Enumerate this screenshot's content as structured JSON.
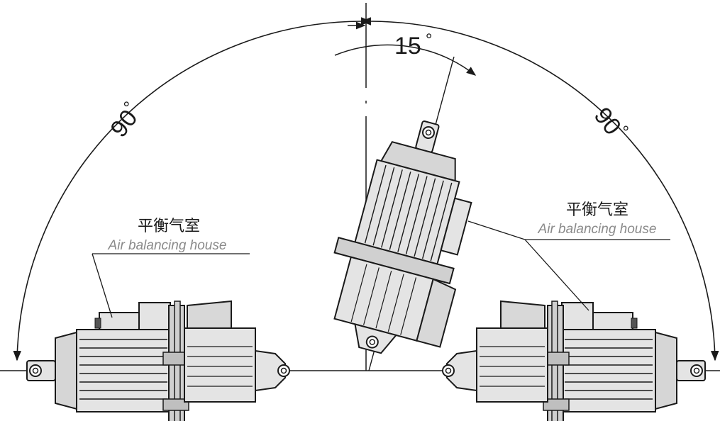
{
  "angles": {
    "left": "90",
    "right": "90",
    "tilt": "15",
    "degree_symbol": "°"
  },
  "labels": {
    "left_cn": "平衡气室",
    "left_en": "Air balancing house",
    "right_cn": "平衡气室",
    "right_en": "Air balancing house"
  },
  "colors": {
    "line": "#1a1a1a",
    "body_fill": "#e4e4e4",
    "body_dark": "#bfbfbf",
    "english_text": "#8a8a8a"
  }
}
